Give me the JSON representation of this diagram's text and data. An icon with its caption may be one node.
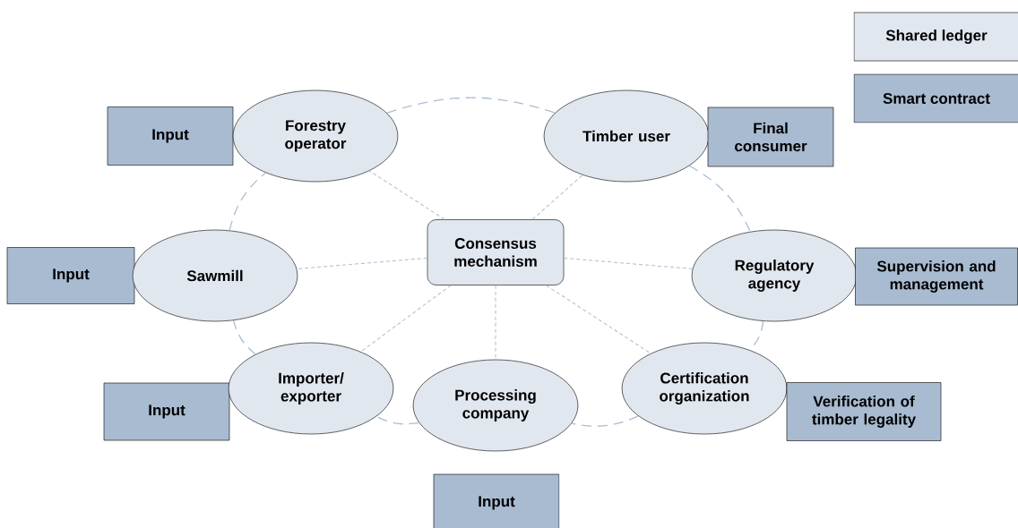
{
  "diagram": {
    "nodes": [
      {
        "text": [
          "Input"
        ]
      },
      {
        "text": [
          "Forestry operator"
        ]
      },
      {
        "text": [
          "Timber user"
        ]
      },
      {
        "text": [
          "Final consumer"
        ]
      },
      {
        "text": [
          "Input"
        ]
      },
      {
        "text": [
          "Sawmill"
        ]
      },
      {
        "text": [
          "Consensus mechanism"
        ]
      },
      {
        "text": [
          "Regulatory agency"
        ]
      },
      {
        "text": [
          "Supervision and management"
        ]
      },
      {
        "text": [
          "Input"
        ]
      },
      {
        "text": [
          "Importer/ exporter"
        ]
      },
      {
        "text": [
          "Processing company"
        ]
      },
      {
        "text": [
          "Certification organization"
        ]
      },
      {
        "text": [
          "Verification of timber legality"
        ]
      },
      {
        "text": [
          "Input"
        ]
      }
    ],
    "edges": [
      {
        "from": 6,
        "to": 1,
        "arrow": "none"
      },
      {
        "from": 6,
        "to": 2,
        "arrow": "none"
      },
      {
        "from": 6,
        "to": 5,
        "arrow": "none"
      },
      {
        "from": 6,
        "to": 7,
        "arrow": "none"
      },
      {
        "from": 6,
        "to": 10,
        "arrow": "none"
      },
      {
        "from": 6,
        "to": 11,
        "arrow": "none"
      },
      {
        "from": 6,
        "to": 12,
        "arrow": "none"
      },
      {
        "from": 1,
        "to": 2,
        "arrow": "none",
        "style": "dashed"
      },
      {
        "from": 2,
        "to": 7,
        "arrow": "none",
        "style": "dashed"
      },
      {
        "from": 7,
        "to": 12,
        "arrow": "none",
        "style": "dashed"
      },
      {
        "from": 12,
        "to": 11,
        "arrow": "none",
        "style": "dashed"
      },
      {
        "from": 11,
        "to": 10,
        "arrow": "none",
        "style": "dashed"
      },
      {
        "from": 10,
        "to": 5,
        "arrow": "none",
        "style": "dashed"
      },
      {
        "from": 5,
        "to": 1,
        "arrow": "none",
        "style": "dashed"
      }
    ],
    "legend": [
      {
        "text": "Shared ledger",
        "color": "#e1e7ef"
      },
      {
        "text": "Smart contract",
        "color": "#a8bbd1"
      }
    ]
  }
}
